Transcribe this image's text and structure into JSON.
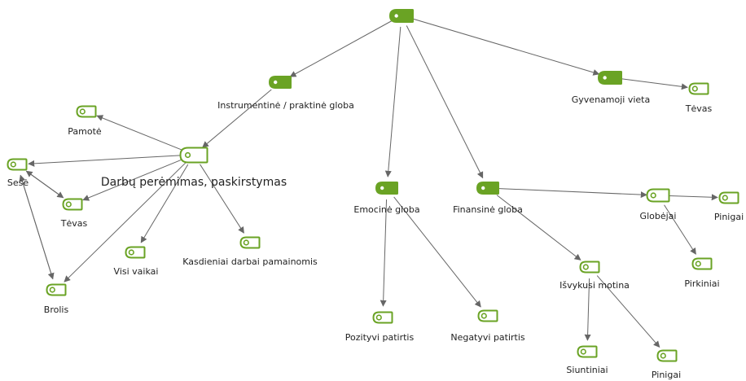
{
  "colors": {
    "green": "#6aa324",
    "edge": "#666666",
    "text": "#222222"
  },
  "icons": {
    "node": "code-tag-icon"
  },
  "nodes": [
    {
      "id": "root",
      "label": "",
      "style": "filled"
    },
    {
      "id": "instrumentine",
      "label": "Instrumentinė / praktinė globa",
      "style": "filled"
    },
    {
      "id": "gyvenamoji",
      "label": "Gyvenamoji vieta",
      "style": "filled"
    },
    {
      "id": "tevas_top",
      "label": "Tėvas",
      "style": "outline"
    },
    {
      "id": "darbu",
      "label": "Darbų perėmimas, paskirstymas",
      "style": "outline",
      "size": "big"
    },
    {
      "id": "pamote",
      "label": "Pamotė",
      "style": "outline"
    },
    {
      "id": "sese",
      "label": "Sesė",
      "style": "outline"
    },
    {
      "id": "tevas_left",
      "label": "Tėvas",
      "style": "outline"
    },
    {
      "id": "brolis",
      "label": "Brolis",
      "style": "outline"
    },
    {
      "id": "visi",
      "label": "Visi vaikai",
      "style": "outline"
    },
    {
      "id": "kasdieniai",
      "label": "Kasdieniai darbai pamainomis",
      "style": "outline"
    },
    {
      "id": "emocine",
      "label": "Emocinė globa",
      "style": "filled"
    },
    {
      "id": "pozityvi",
      "label": "Pozityvi patirtis",
      "style": "outline"
    },
    {
      "id": "negatyvi",
      "label": "Negatyvi patirtis",
      "style": "outline"
    },
    {
      "id": "finansine",
      "label": "Finansinė globa",
      "style": "filled"
    },
    {
      "id": "globejai",
      "label": "Globėjai",
      "style": "outline"
    },
    {
      "id": "pinigai_r",
      "label": "Pinigai",
      "style": "outline"
    },
    {
      "id": "pirkiniai",
      "label": "Pirkiniai",
      "style": "outline"
    },
    {
      "id": "isvykusi",
      "label": "Išvykusi motina",
      "style": "outline"
    },
    {
      "id": "siuntiniai",
      "label": "Siuntiniai",
      "style": "outline"
    },
    {
      "id": "pinigai_b",
      "label": "Pinigai",
      "style": "outline"
    }
  ],
  "edges": [
    [
      "root",
      "instrumentine"
    ],
    [
      "root",
      "gyvenamoji"
    ],
    [
      "root",
      "emocine"
    ],
    [
      "root",
      "finansine"
    ],
    [
      "gyvenamoji",
      "tevas_top"
    ],
    [
      "instrumentine",
      "darbu"
    ],
    [
      "darbu",
      "pamote"
    ],
    [
      "darbu",
      "sese"
    ],
    [
      "darbu",
      "tevas_left"
    ],
    [
      "darbu",
      "brolis"
    ],
    [
      "darbu",
      "visi"
    ],
    [
      "darbu",
      "kasdieniai"
    ],
    [
      "sese",
      "tevas_left"
    ],
    [
      "tevas_left",
      "sese"
    ],
    [
      "brolis",
      "sese"
    ],
    [
      "sese",
      "brolis"
    ],
    [
      "emocine",
      "pozityvi"
    ],
    [
      "emocine",
      "negatyvi"
    ],
    [
      "finansine",
      "globejai"
    ],
    [
      "finansine",
      "isvykusi"
    ],
    [
      "globejai",
      "pinigai_r"
    ],
    [
      "globejai",
      "pirkiniai"
    ],
    [
      "isvykusi",
      "siuntiniai"
    ],
    [
      "isvykusi",
      "pinigai_b"
    ]
  ]
}
